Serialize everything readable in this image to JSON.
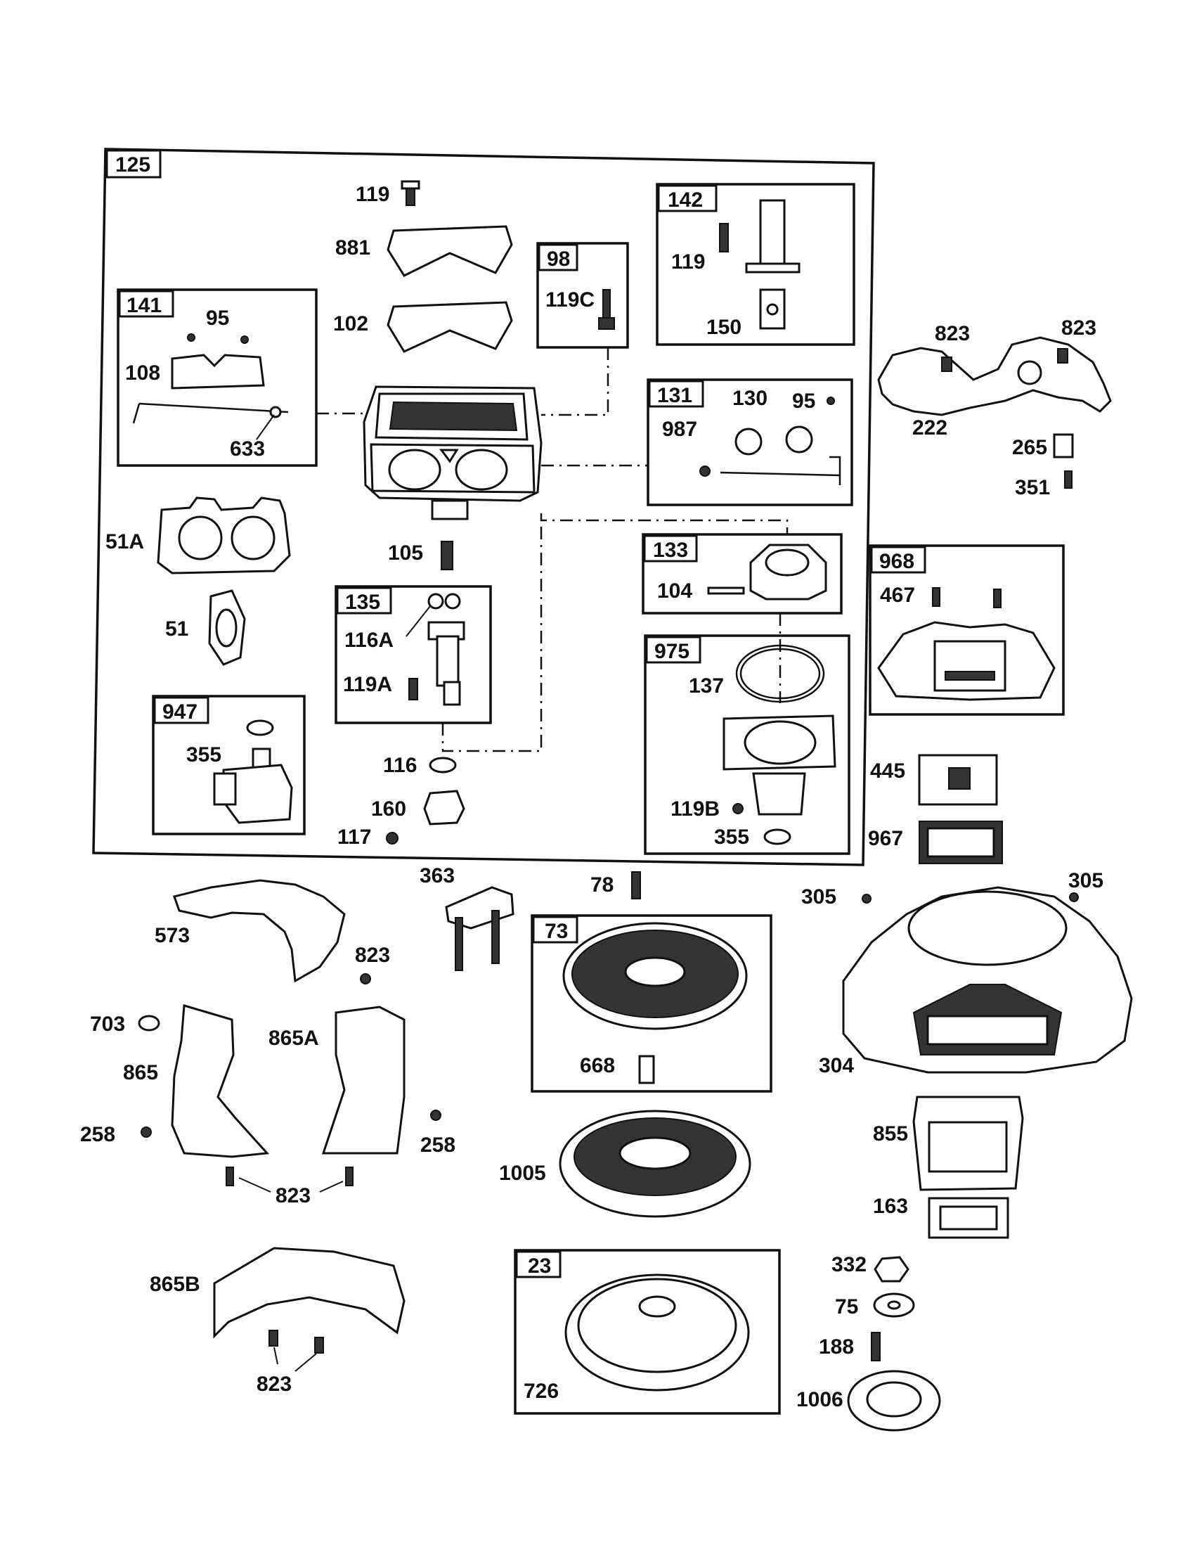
{
  "diagram": {
    "group_labels": [
      "125",
      "142",
      "98",
      "141",
      "131",
      "133",
      "135",
      "975",
      "947",
      "968",
      "73",
      "23"
    ],
    "part_labels": {
      "119": "119",
      "881": "881",
      "102": "102",
      "119C": "119C",
      "119_142": "119",
      "150": "150",
      "95_141": "95",
      "108": "108",
      "633": "633",
      "823_a": "823",
      "823_b": "823",
      "222": "222",
      "130": "130",
      "95_131": "95",
      "987": "987",
      "265": "265",
      "351": "351",
      "51A": "51A",
      "105": "105",
      "104": "104",
      "51": "51",
      "116A": "116A",
      "119A": "119A",
      "137": "137",
      "467": "467",
      "355_947": "355",
      "116": "116",
      "160": "160",
      "117": "117",
      "119B": "119B",
      "355_975": "355",
      "445": "445",
      "967": "967",
      "363": "363",
      "78": "78",
      "305_a": "305",
      "305_b": "305",
      "573": "573",
      "823_c": "823",
      "703": "703",
      "865A": "865A",
      "865": "865",
      "304": "304",
      "668": "668",
      "258_a": "258",
      "258_b": "258",
      "823_d": "823",
      "855": "855",
      "1005": "1005",
      "163": "163",
      "332": "332",
      "865B": "865B",
      "75": "75",
      "188": "188",
      "726": "726",
      "1006": "1006",
      "823_e": "823"
    }
  }
}
